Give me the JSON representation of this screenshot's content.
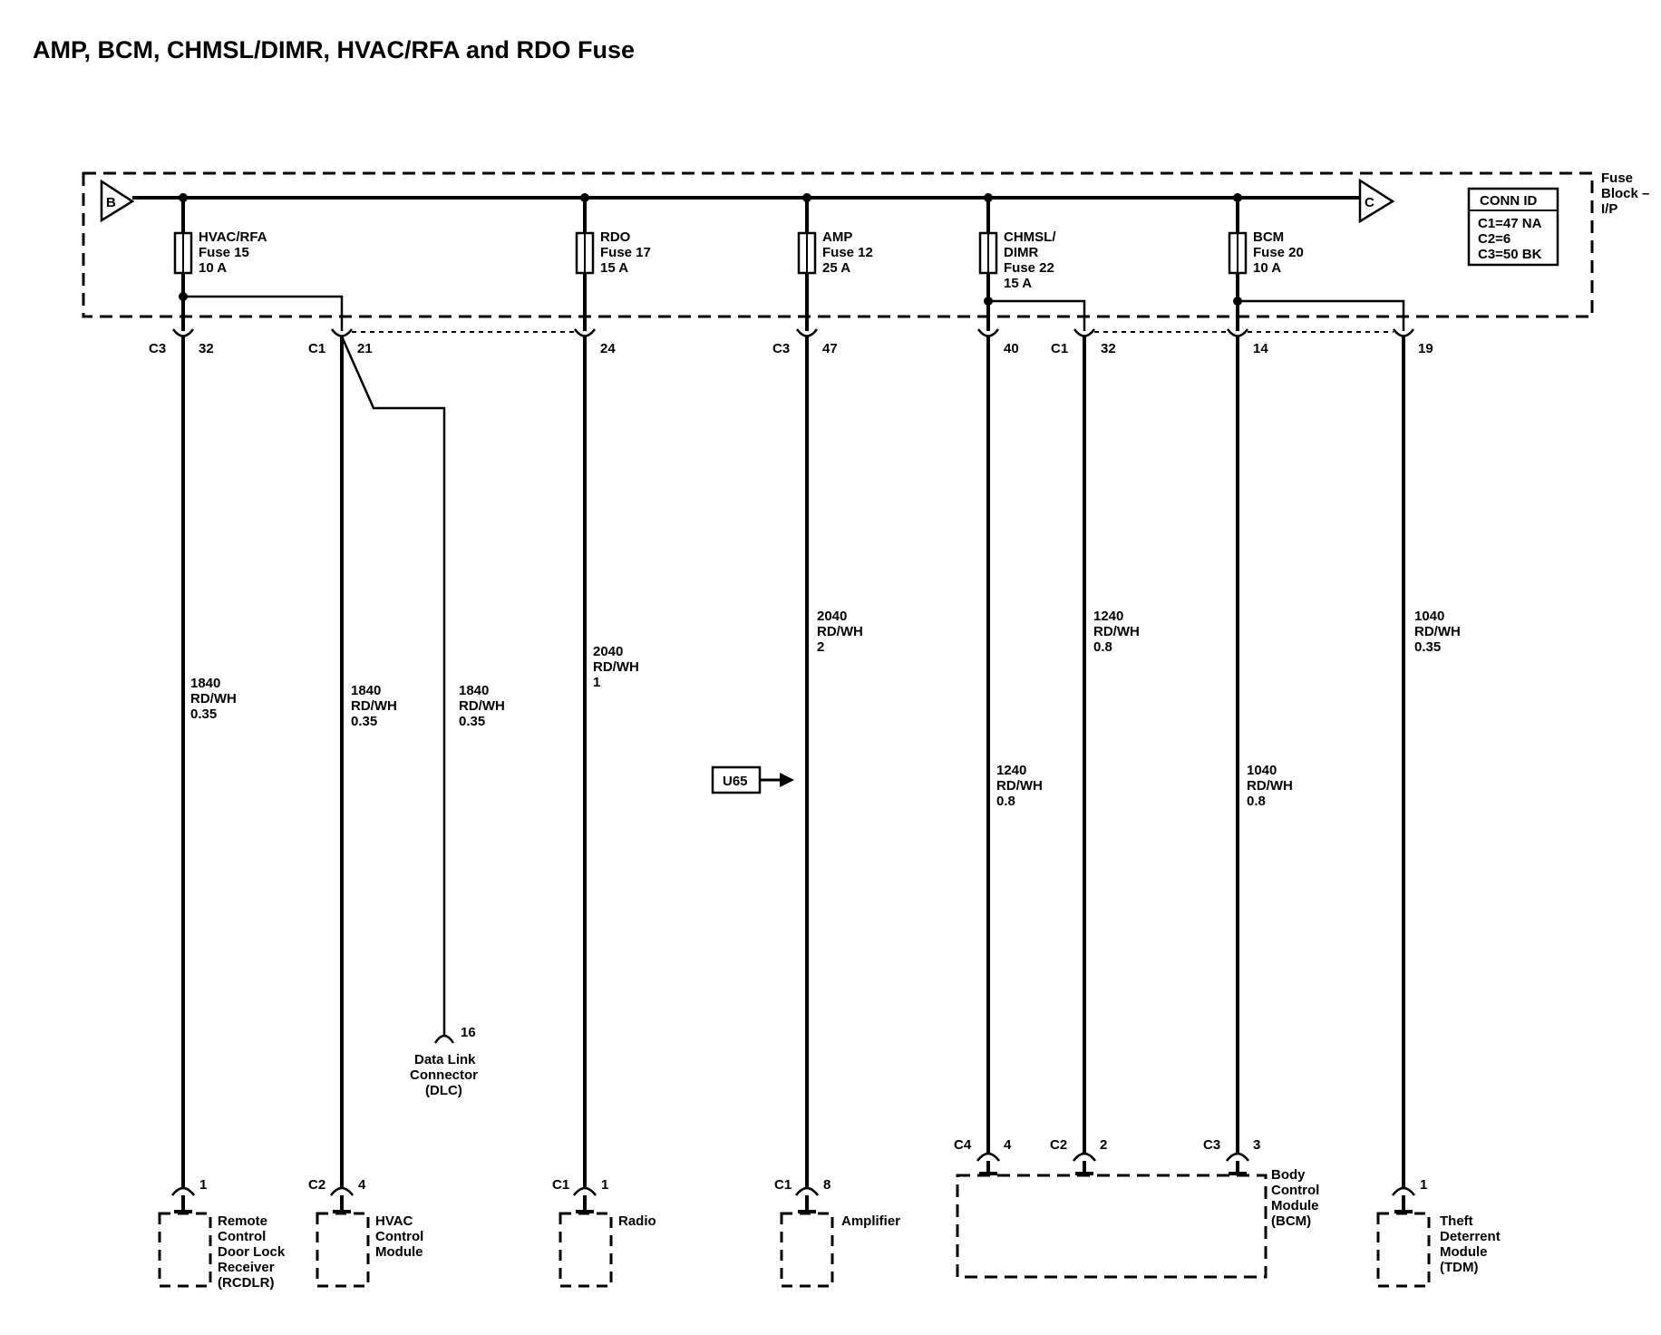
{
  "title": "AMP, BCM, CHMSL/DIMR, HVAC/RFA and RDO Fuse",
  "fuse_block": {
    "label_lines": [
      "Fuse",
      "Block –",
      "I/P"
    ],
    "left_ref": "B",
    "right_ref": "C",
    "conn_id": {
      "heading": "CONN ID",
      "lines": [
        "C1=47 NA",
        "C2=6",
        "C3=50 BK"
      ]
    }
  },
  "fuses": [
    {
      "lines": [
        "HVAC/RFA",
        "Fuse 15",
        "10 A"
      ]
    },
    {
      "lines": [
        "RDO",
        "Fuse 17",
        "15 A"
      ]
    },
    {
      "lines": [
        "AMP",
        "Fuse 12",
        "25 A"
      ]
    },
    {
      "lines": [
        "CHMSL/",
        "DIMR",
        "Fuse 22",
        "15 A"
      ]
    },
    {
      "lines": [
        "BCM",
        "Fuse 20",
        "10 A"
      ]
    }
  ],
  "fuse_block_terminals": [
    {
      "connector": "C3",
      "pin": "32"
    },
    {
      "connector": "C1",
      "pin": "21"
    },
    {
      "connector": "",
      "pin": "24"
    },
    {
      "connector": "C3",
      "pin": "47"
    },
    {
      "connector": "",
      "pin": "40"
    },
    {
      "connector": "C1",
      "pin": "32"
    },
    {
      "connector": "",
      "pin": "14"
    },
    {
      "connector": "",
      "pin": "19"
    }
  ],
  "wires": [
    {
      "lines": [
        "1840",
        "RD/WH",
        "0.35"
      ]
    },
    {
      "lines": [
        "1840",
        "RD/WH",
        "0.35"
      ]
    },
    {
      "lines": [
        "1840",
        "RD/WH",
        "0.35"
      ]
    },
    {
      "lines": [
        "2040",
        "RD/WH",
        "1"
      ]
    },
    {
      "lines": [
        "2040",
        "RD/WH",
        "2"
      ]
    },
    {
      "lines": [
        "1240",
        "RD/WH",
        "0.8"
      ]
    },
    {
      "lines": [
        "1240",
        "RD/WH",
        "0.8"
      ]
    },
    {
      "lines": [
        "1040",
        "RD/WH",
        "0.8"
      ]
    },
    {
      "lines": [
        "1040",
        "RD/WH",
        "0.35"
      ]
    }
  ],
  "option_flag": "U65",
  "dlc": {
    "pin": "16",
    "lines": [
      "Data Link",
      "Connector",
      "(DLC)"
    ]
  },
  "components": [
    {
      "connector": "",
      "pin": "1",
      "lines": [
        "Remote",
        "Control",
        "Door Lock",
        "Receiver",
        "(RCDLR)"
      ]
    },
    {
      "connector": "C2",
      "pin": "4",
      "lines": [
        "HVAC",
        "Control",
        "Module"
      ]
    },
    {
      "connector": "C1",
      "pin": "1",
      "lines": [
        "Radio"
      ]
    },
    {
      "connector": "C1",
      "pin": "8",
      "lines": [
        "Amplifier"
      ]
    },
    {
      "connector": "",
      "pin": "1",
      "lines": [
        "Theft",
        "Deterrent",
        "Module",
        "(TDM)"
      ]
    }
  ],
  "bcm": {
    "lines": [
      "Body",
      "Control",
      "Module",
      "(BCM)"
    ],
    "terminals": [
      {
        "connector": "C4",
        "pin": "4"
      },
      {
        "connector": "C2",
        "pin": "2"
      },
      {
        "connector": "C3",
        "pin": "3"
      }
    ]
  }
}
